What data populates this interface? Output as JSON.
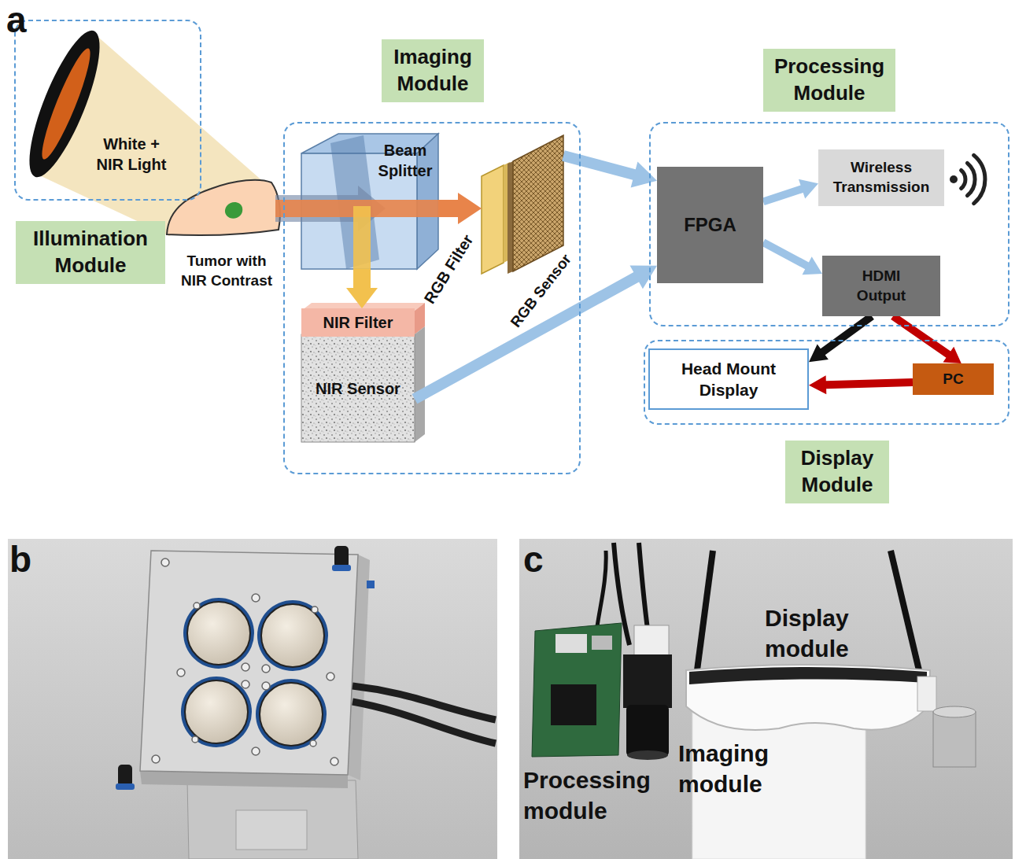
{
  "diagram": {
    "nodes": [
      {
        "text": [
          "White + NIR Light",
          "Illumination Module"
        ]
      },
      {
        "text": [
          "Imaging Module"
        ]
      },
      {
        "text": [
          "Beam Splitter"
        ],
        "in": 1
      },
      {
        "text": [
          "RGB Filter"
        ],
        "in": 1
      },
      {
        "text": [
          "RGB Sensor"
        ],
        "in": 1
      },
      {
        "text": [
          "NIR Filter"
        ],
        "in": 1
      },
      {
        "text": [
          "NIR Sensor"
        ],
        "in": 1
      },
      {
        "text": [
          "Processing Module"
        ]
      },
      {
        "text": [
          "FPGA"
        ],
        "in": 7
      },
      {
        "text": [
          "Wireless Transmission"
        ],
        "in": 7
      },
      {
        "text": [
          "HDMI Output"
        ],
        "in": 7
      },
      {
        "text": [
          "Display Module"
        ]
      },
      {
        "text": [
          "Head Mount Display"
        ],
        "in": 11
      },
      {
        "text": [
          "PC"
        ],
        "in": 11
      }
    ],
    "edges": [
      {
        "from": 2,
        "to": 3,
        "arrow": "to"
      },
      {
        "from": 2,
        "to": 5,
        "arrow": "to"
      },
      {
        "from": 4,
        "to": 8,
        "arrow": "to"
      },
      {
        "from": 6,
        "to": 8,
        "arrow": "to"
      },
      {
        "from": 8,
        "to": 9,
        "arrow": "to"
      },
      {
        "from": 8,
        "to": 10,
        "arrow": "to"
      },
      {
        "from": 10,
        "to": 12,
        "arrow": "to"
      },
      {
        "from": 10,
        "to": 13,
        "arrow": "to"
      },
      {
        "from": 13,
        "to": 12,
        "arrow": "to"
      }
    ],
    "labels": [
      "a",
      "Tumor with NIR Contrast",
      "b",
      "c",
      "Display module",
      "Imaging module",
      "Processing module"
    ]
  }
}
